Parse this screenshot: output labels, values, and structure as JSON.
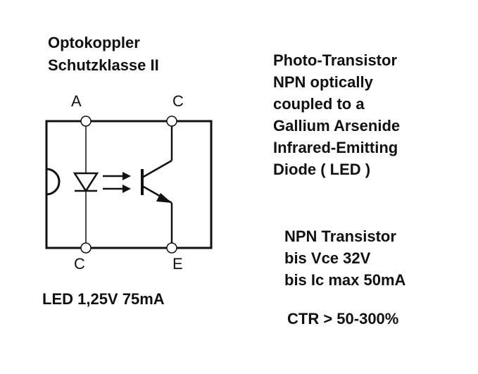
{
  "title": [
    "Optokoppler",
    "Schutzklasse II"
  ],
  "pins": {
    "anode": "A",
    "collector": "C",
    "cathode": "C",
    "emitter": "E"
  },
  "led_spec": "LED 1,25V  75mA",
  "description": [
    "Photo-Transistor",
    "NPN optically",
    "coupled to a",
    "Gallium Arsenide",
    "Infrared-Emitting",
    "Diode ( LED )"
  ],
  "transistor_spec": [
    "NPN Transistor",
    "bis Vce 32V",
    "bis Ic max 50mA"
  ],
  "ctr": "CTR > 50-300%",
  "colors": {
    "line": "#111111",
    "background": "#ffffff"
  }
}
